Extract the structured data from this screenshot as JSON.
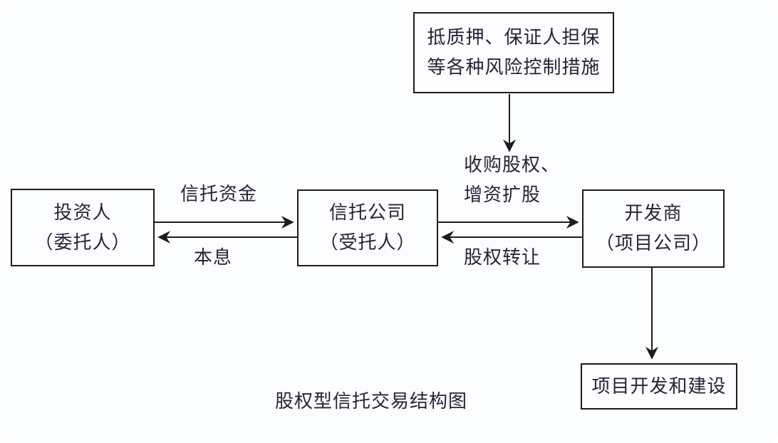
{
  "diagram": {
    "title": "股权型信托交易结构图",
    "boxes": {
      "risk_control": {
        "line1": "抵质押、保证人担保",
        "line2": "等各种风险控制措施"
      },
      "investor": {
        "line1": "投资人",
        "line2": "（委托人）"
      },
      "trust_company": {
        "line1": "信托公司",
        "line2": "（受托人）"
      },
      "developer": {
        "line1": "开发商",
        "line2": "（项目公司）"
      },
      "project_development": {
        "line1": "项目开发和建设"
      }
    },
    "edge_labels": {
      "trust_funds": "信托资金",
      "principal_and_interest": "本息",
      "equity_acquisition_line1": "收购股权、",
      "equity_acquisition_line2": "增资扩股",
      "equity_transfer": "股权转让"
    },
    "colors": {
      "text": "#2b2135",
      "line": "#1c1c1c",
      "background": "#fbfdfe"
    }
  }
}
